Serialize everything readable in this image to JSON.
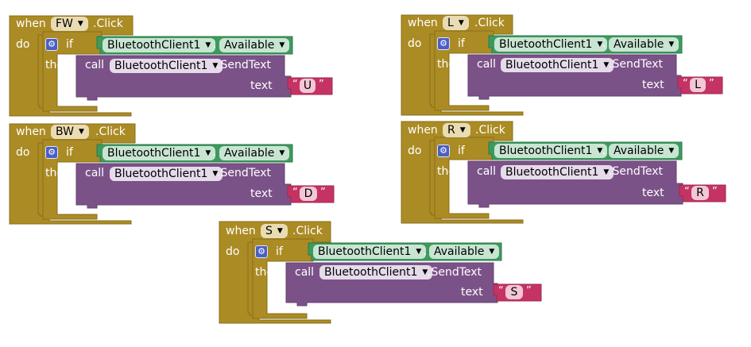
{
  "keywords": {
    "when": "when",
    "click": ".Click",
    "do": "do",
    "if": "if",
    "then": "then",
    "call": "call",
    "send_text": ".SendText",
    "text": "text",
    "dot": ".",
    "available": "Available",
    "quote_open": "“",
    "quote_close": "”"
  },
  "component": "BluetoothClient1",
  "gear_icon": "gear-icon",
  "dropdown_icon": "dropdown-arrow-icon",
  "colors": {
    "event": "#ab8b24",
    "procedure": "#7b5288",
    "property": "#3d9a5e",
    "text": "#c43363",
    "mutator": "#4b5fc2"
  },
  "blocks": [
    {
      "button": "FW",
      "value": "U"
    },
    {
      "button": "L",
      "value": "L"
    },
    {
      "button": "BW",
      "value": "D"
    },
    {
      "button": "R",
      "value": "R"
    },
    {
      "button": "S",
      "value": "S"
    }
  ]
}
